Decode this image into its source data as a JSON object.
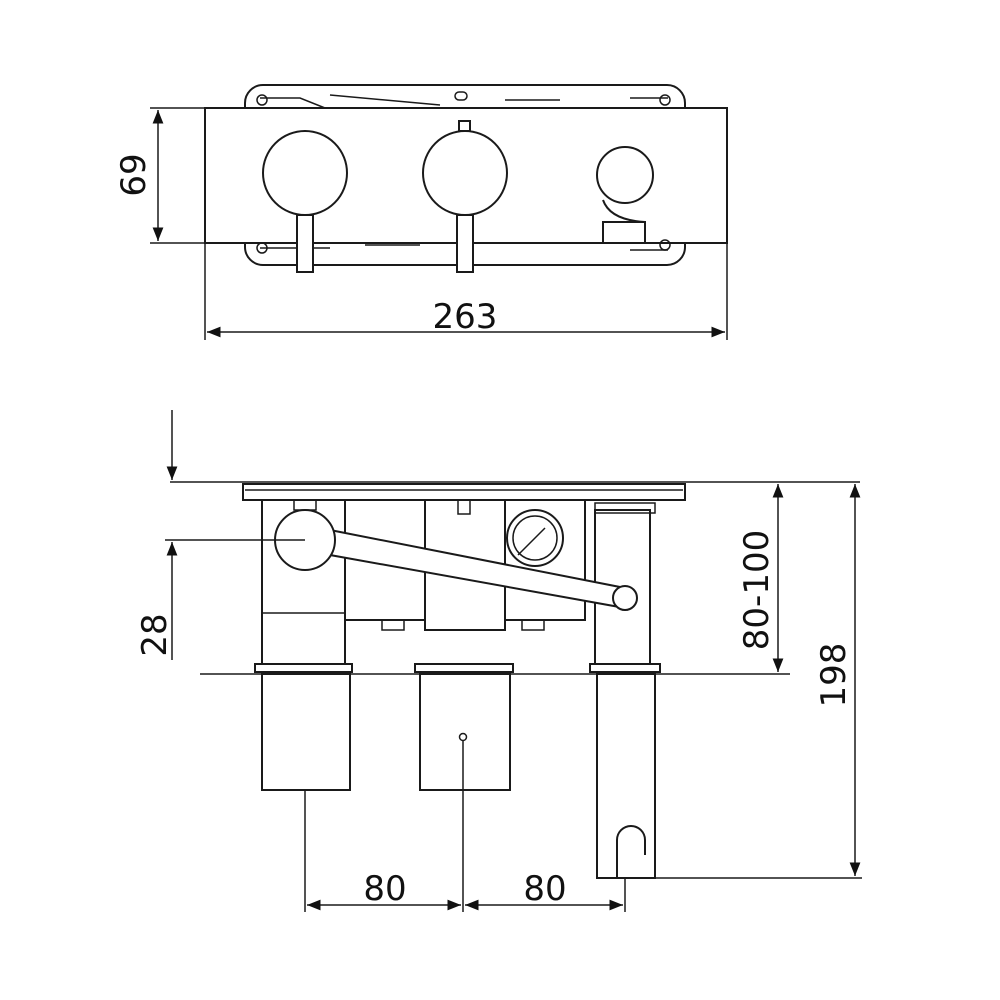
{
  "dimensions": {
    "front_height": "69",
    "front_width": "263",
    "projection": "28",
    "wall_depth": "80-100",
    "total_depth": "198",
    "spacing_left": "80",
    "spacing_right": "80"
  },
  "colors": {
    "line": "#1a1a1a",
    "background": "#ffffff"
  }
}
